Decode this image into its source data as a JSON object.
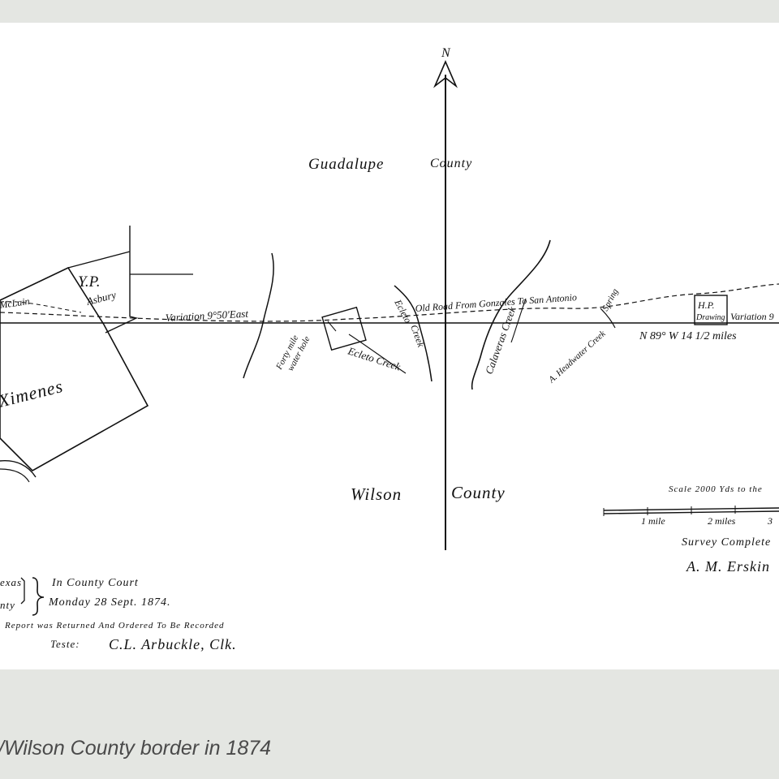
{
  "map": {
    "north_marker": "N",
    "county_north_a": "Guadalupe",
    "county_north_b": "County",
    "county_south_a": "Wilson",
    "county_south_b": "County",
    "label_asbury_a": "Y.P.",
    "label_asbury_b": "Asbury",
    "label_mclain": "McLain",
    "label_ximenes": "Ximenes",
    "label_variation_west": "Variation 9°50'East",
    "label_variation_east": "Variation 9",
    "label_forty_mile": "Forty mile",
    "label_water_hole": "water hole",
    "label_ecleto_creek": "Ecleto Creek",
    "label_ecleto_creek_2": "Ecleto",
    "label_creek": "Creek",
    "label_old_road": "Old Road From Gonzales To San Antonio",
    "label_calaveras": "Calaveras Creek",
    "label_headwater": "A. Headwater Creek",
    "label_spring": "Spring",
    "label_bearing": "N 89° W 14 1/2 miles",
    "label_hp_a": "H.P.",
    "label_hp_b": "Drawing",
    "scale_title": "Scale 2000 Yds to the",
    "scale_mile_1": "1 mile",
    "scale_mile_2": "2 miles",
    "scale_mile_3": "3",
    "survey_text": "Survey Complete",
    "surveyor": "A. M. Erskin",
    "state_fragment": "exas",
    "county_fragment": "nty",
    "court_line_1": "In County Court",
    "court_line_2": "Monday 28 Sept. 1874.",
    "report_text": "Report was Returned And Ordered To Be Recorded",
    "teste_label": "Teste:",
    "clerk_name": "C.L. Arbuckle, Clk."
  },
  "caption": "/Wilson County border in 1874",
  "colors": {
    "background": "#e4e6e2",
    "paper": "#ffffff",
    "ink": "#111111",
    "caption": "#4a4a4a"
  }
}
